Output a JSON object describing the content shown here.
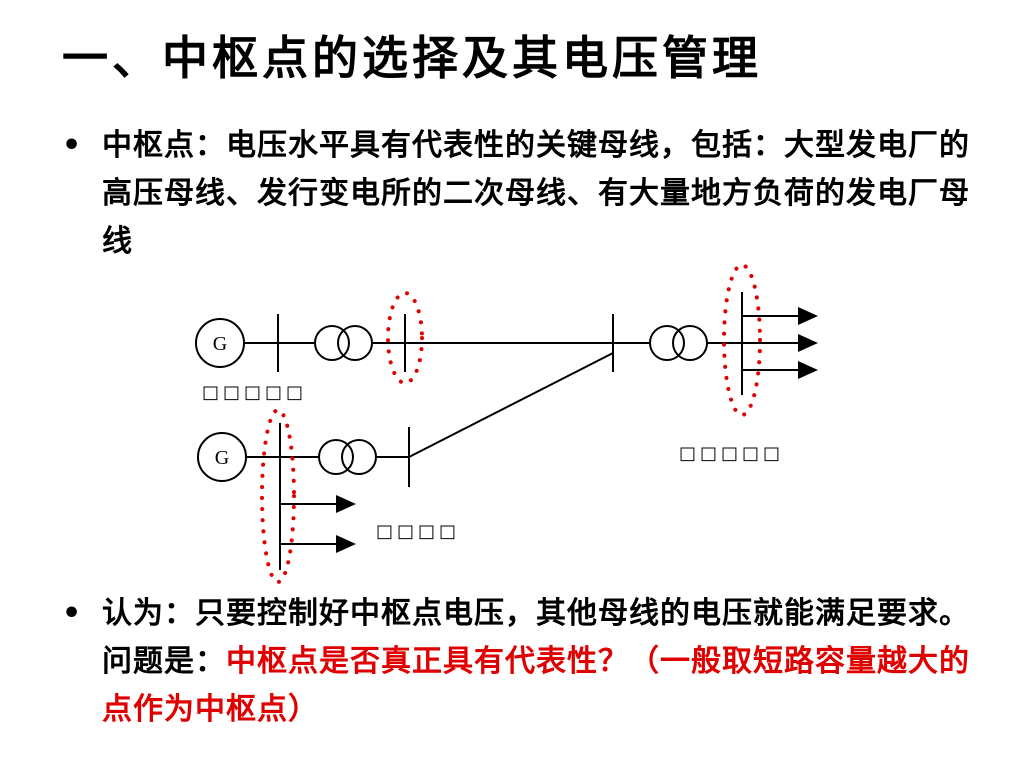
{
  "slide": {
    "title": "一、中枢点的选择及其电压管理",
    "bullet_char": "•",
    "bullet1": "中枢点：电压水平具有代表性的关键母线，包括：大型发电厂的高压母线、发行变电所的二次母线、有大量地方负荷的发电厂母线",
    "bullet2_black": "认为：只要控制好中枢点电压，其他母线的电压就能满足要求。问题是：",
    "bullet2_red": "中枢点是否真正具有代表性？（一般取短路容量越大的点作为中枢点）"
  },
  "diagram": {
    "generator1_label": "G",
    "generator2_label": "G",
    "label_left_top": "□□□□□",
    "label_right": "□□□□□",
    "label_bottom": "□□□□",
    "colors": {
      "line": "#000000",
      "highlight": "#e00000"
    }
  }
}
